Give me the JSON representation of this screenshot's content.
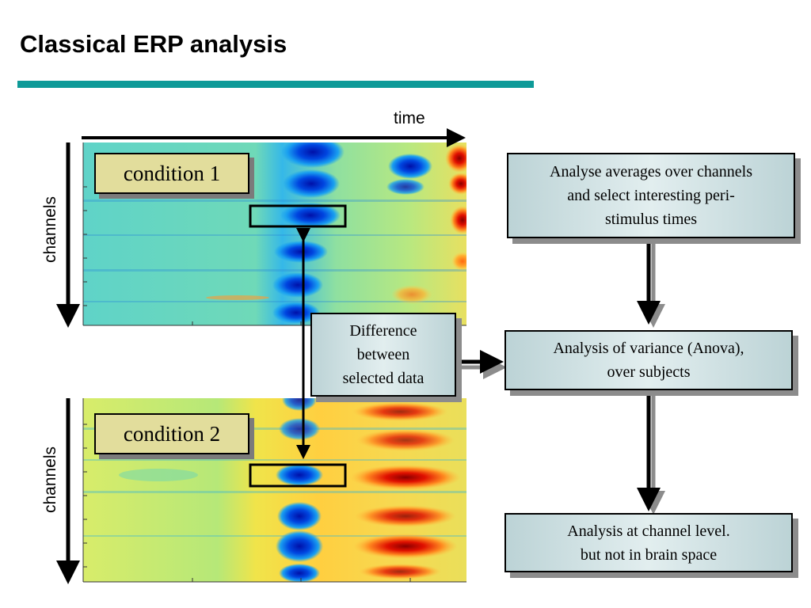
{
  "title": "Classical ERP analysis",
  "colors": {
    "title_rule": "#0e9a98",
    "condition_fill": "#e2dd9c",
    "box_fill": "#bcd3d6",
    "shadow": "#8c8c8c"
  },
  "axes": {
    "time": "time",
    "channels": "channels"
  },
  "conditions": [
    {
      "label": "condition 1"
    },
    {
      "label": "condition 2"
    }
  ],
  "boxes": {
    "difference": [
      "Difference",
      "between",
      "selected data"
    ],
    "averages": [
      "Analyse averages over channels",
      "and select interesting peri-",
      "stimulus times"
    ],
    "anova": [
      "Analysis of variance (Anova),",
      "over subjects"
    ],
    "channel_level": [
      "Analysis at channel level.",
      "but not in brain space"
    ]
  }
}
